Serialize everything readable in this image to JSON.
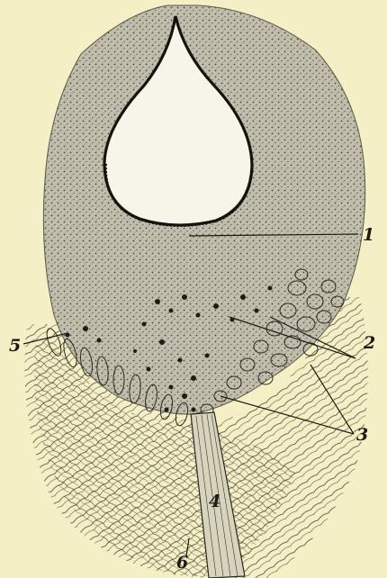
{
  "figure": {
    "colors": {
      "paper": "#f4efc4",
      "tissue": "#b9b5a3",
      "ink": "#1b1a14"
    },
    "labels": {
      "l1": "1",
      "l2": "2",
      "l3": "3",
      "l4": "4",
      "l5": "5",
      "l6": "6"
    }
  }
}
